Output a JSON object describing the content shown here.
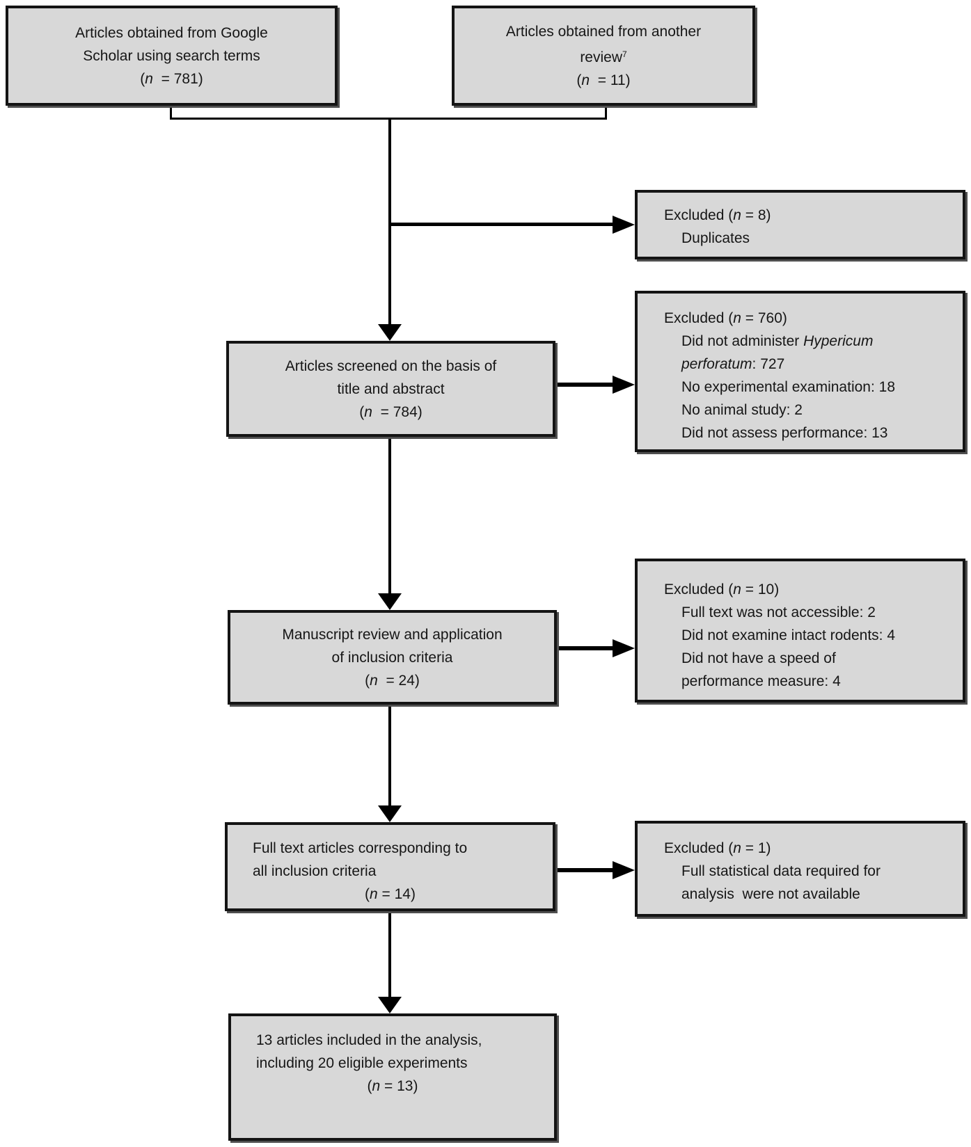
{
  "figure": {
    "background": "#ffffff",
    "box_fill": "#d8d8d8",
    "box_border": "#141414",
    "line_color": "#000000"
  },
  "boxes": {
    "google": {
      "line1": "Articles obtained from Google",
      "line2": "Scholar using search terms",
      "n": {
        "pre": "(",
        "var": "n",
        "post": "  = 781)"
      }
    },
    "review": {
      "line1": "Articles obtained from another",
      "line2": "review",
      "sup": "7",
      "n": {
        "pre": "(",
        "var": "n",
        "post": "  = 11)"
      }
    },
    "excl_dup": {
      "hdr": {
        "pre": "Excluded (",
        "var": "n",
        "post": " = 8)"
      },
      "item1": "Duplicates"
    },
    "screened": {
      "line1": "Articles screened on the basis of",
      "line2": "title and abstract",
      "n": {
        "pre": "(",
        "var": "n",
        "post": "  = 784)"
      }
    },
    "excl_760": {
      "hdr": {
        "pre": "Excluded (",
        "var": "n",
        "post": " = 760)"
      },
      "item1a": "Did not administer ",
      "item1b": "Hypericum",
      "item1c": "perforatum",
      "item1d": ": 727",
      "item2": "No experimental examination: 18",
      "item3": "No animal study: 2",
      "item4": "Did not assess performance: 13"
    },
    "manuscript": {
      "line1": "Manuscript review and application",
      "line2": "of inclusion criteria",
      "n": {
        "pre": "(",
        "var": "n",
        "post": "  = 24)"
      }
    },
    "excl_10": {
      "hdr": {
        "pre": "Excluded (",
        "var": "n",
        "post": " = 10)"
      },
      "item1": "Full text was not accessible: 2",
      "item2": "Did not examine intact rodents: 4",
      "item3a": "Did not have a speed of",
      "item3b": "performance measure: 4"
    },
    "fulltext": {
      "line1": "Full text articles corresponding to",
      "line2": "all inclusion criteria",
      "n": {
        "pre": "(",
        "var": "n",
        "post": " = 14)"
      }
    },
    "excl_1": {
      "hdr": {
        "pre": "Excluded (",
        "var": "n",
        "post": " = 1)"
      },
      "item1a": "Full statistical data required for",
      "item1b": "analysis  were not available"
    },
    "final": {
      "line1": "13 articles included in the analysis,",
      "line2": "including 20 eligible experiments",
      "n": {
        "pre": "(",
        "var": "n",
        "post": " = 13)"
      }
    }
  }
}
